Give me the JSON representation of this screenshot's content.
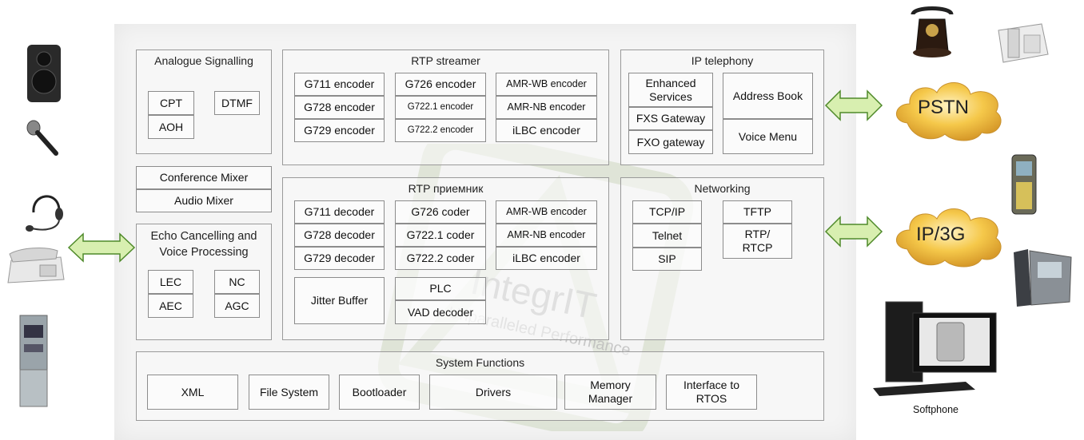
{
  "watermark": {
    "brand": "IntegrIT",
    "tagline": "Unparalleled Performance"
  },
  "analogue": {
    "title": "Analogue Signalling",
    "cells": [
      "CPT",
      "DTMF",
      "AOH"
    ]
  },
  "mixers": {
    "conference": "Conference Mixer",
    "audio": "Audio Mixer"
  },
  "echo": {
    "title": "Echo Cancelling and\nVoice Processing",
    "cells": [
      "LEC",
      "NC",
      "AEC",
      "AGC"
    ]
  },
  "streamer": {
    "title": "RTP streamer",
    "col1": [
      "G711 encoder",
      "G728 encoder",
      "G729 encoder"
    ],
    "col2": [
      "G726 encoder",
      "G722.1 encoder",
      "G722.2 encoder"
    ],
    "col3": [
      "AMR-WB encoder",
      "AMR-NB encoder",
      "iLBC encoder"
    ]
  },
  "receiver": {
    "title": "RTP приемник",
    "col1": [
      "G711 decoder",
      "G728 decoder",
      "G729 decoder"
    ],
    "col2": [
      "G726 coder",
      "G722.1 coder",
      "G722.2 coder"
    ],
    "col3": [
      "AMR-WB encoder",
      "AMR-NB encoder",
      "iLBC encoder"
    ],
    "jitter": "Jitter Buffer",
    "plc": "PLC",
    "vad": "VAD decoder"
  },
  "iptel": {
    "title": "IP telephony",
    "enhanced": "Enhanced\nServices",
    "fxs": "FXS Gateway",
    "fxo": "FXO gateway",
    "address": "Address Book",
    "voice_menu": "Voice Menu"
  },
  "networking": {
    "title": "Networking",
    "tcpip": "TCP/IP",
    "telnet": "Telnet",
    "sip": "SIP",
    "tftp": "TFTP",
    "rtp": "RTP/\nRTCP"
  },
  "system": {
    "title": "System Functions",
    "items": [
      "XML",
      "File System",
      "Bootloader",
      "Drivers",
      "Memory\nManager",
      "Interface to\nRTOS"
    ]
  },
  "clouds": {
    "pstn": "PSTN",
    "ip3g": "IP/3G"
  },
  "softphone_caption": "Softphone",
  "colors": {
    "arrow_fill": "#d8efb0",
    "arrow_stroke": "#4f8a2a",
    "cloud_fill": "#f5c84a",
    "border": "#9a9a9a"
  }
}
